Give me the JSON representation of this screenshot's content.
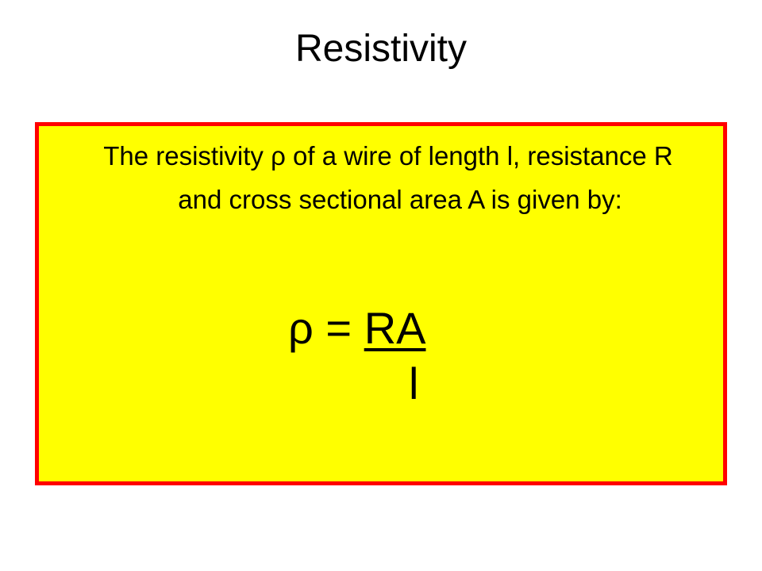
{
  "slide": {
    "title": "Resistivity"
  },
  "definition": {
    "text": "The resistivity ρ of a wire of length l, resistance R and cross sectional area A is given by:",
    "box_fill": "#ffff00",
    "box_border": "#ff0000"
  },
  "formula": {
    "lhs": "ρ = ",
    "numerator": "RA",
    "denominator": "l"
  }
}
